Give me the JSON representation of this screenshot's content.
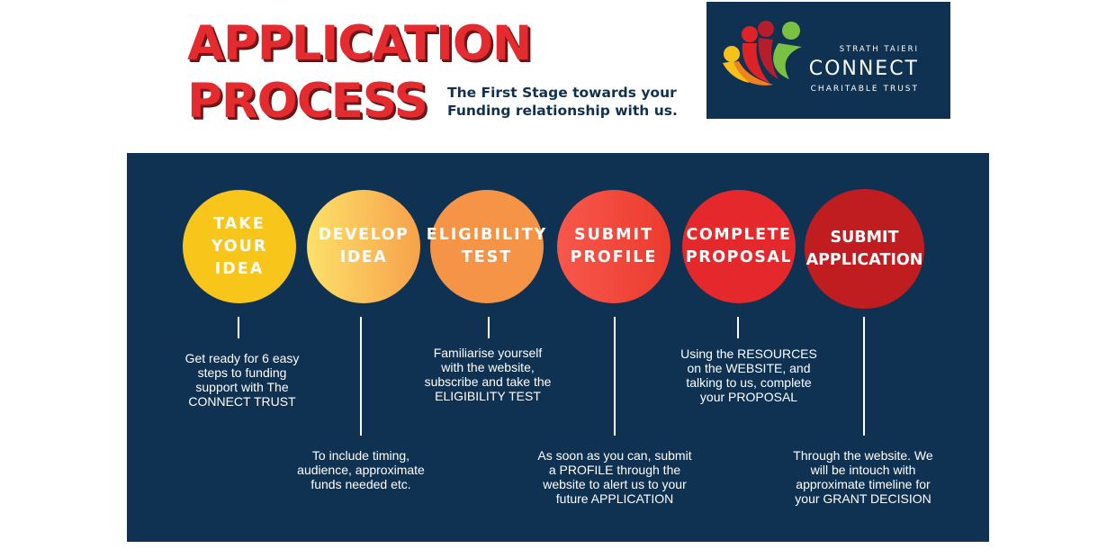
{
  "header": {
    "title_line1": "APPLICATION",
    "title_line2": "PROCESS",
    "subtitle_line1": "The First Stage towards your",
    "subtitle_line2": "Funding relationship with us."
  },
  "logo": {
    "top_text": "STRATH TAIERI",
    "main_text": "CONNECT",
    "bottom_text": "CHARITABLE TRUST",
    "colors": {
      "background": "#0f3152",
      "yellow": "#f6c21a",
      "orange": "#f0821e",
      "red": "#dd2228",
      "green": "#7ac143"
    }
  },
  "colors": {
    "panel": "#0f3152",
    "title": "#e42b2f",
    "subtitle": "#12304f"
  },
  "steps": [
    {
      "label": "TAKE\nYOUR\nIDEA",
      "description": "Get ready for 6 easy\nsteps to funding\nsupport with The\nCONNECT TRUST",
      "color": "#f8c51a"
    },
    {
      "label": "DEVELOP\nIDEA",
      "description": "To include timing,\naudience, approximate\nfunds needed etc.",
      "color": "#f9b657"
    },
    {
      "label": "ELIGIBILITY\nTEST",
      "description": "Familiarise yourself\nwith the website,\nsubscribe and take the\nELIGIBILITY TEST",
      "color": "#f59347"
    },
    {
      "label": "SUBMIT\nPROFILE",
      "description": "As soon as you can, submit\na PROFILE through the\nwebsite to alert us to your\nfuture APPLICATION",
      "color": "#f04a3e"
    },
    {
      "label": "COMPLETE\nPROPOSAL",
      "description": "Using the RESOURCES\non the WEBSITE, and\ntalking to us, complete\nyour PROPOSAL",
      "color": "#e5282b"
    },
    {
      "label": "SUBMIT\nAPPLICATION",
      "description": "Through the website. We\nwill be intouch with\napproximate timeline for\nyour GRANT DECISION",
      "color": "#c01d21"
    }
  ]
}
